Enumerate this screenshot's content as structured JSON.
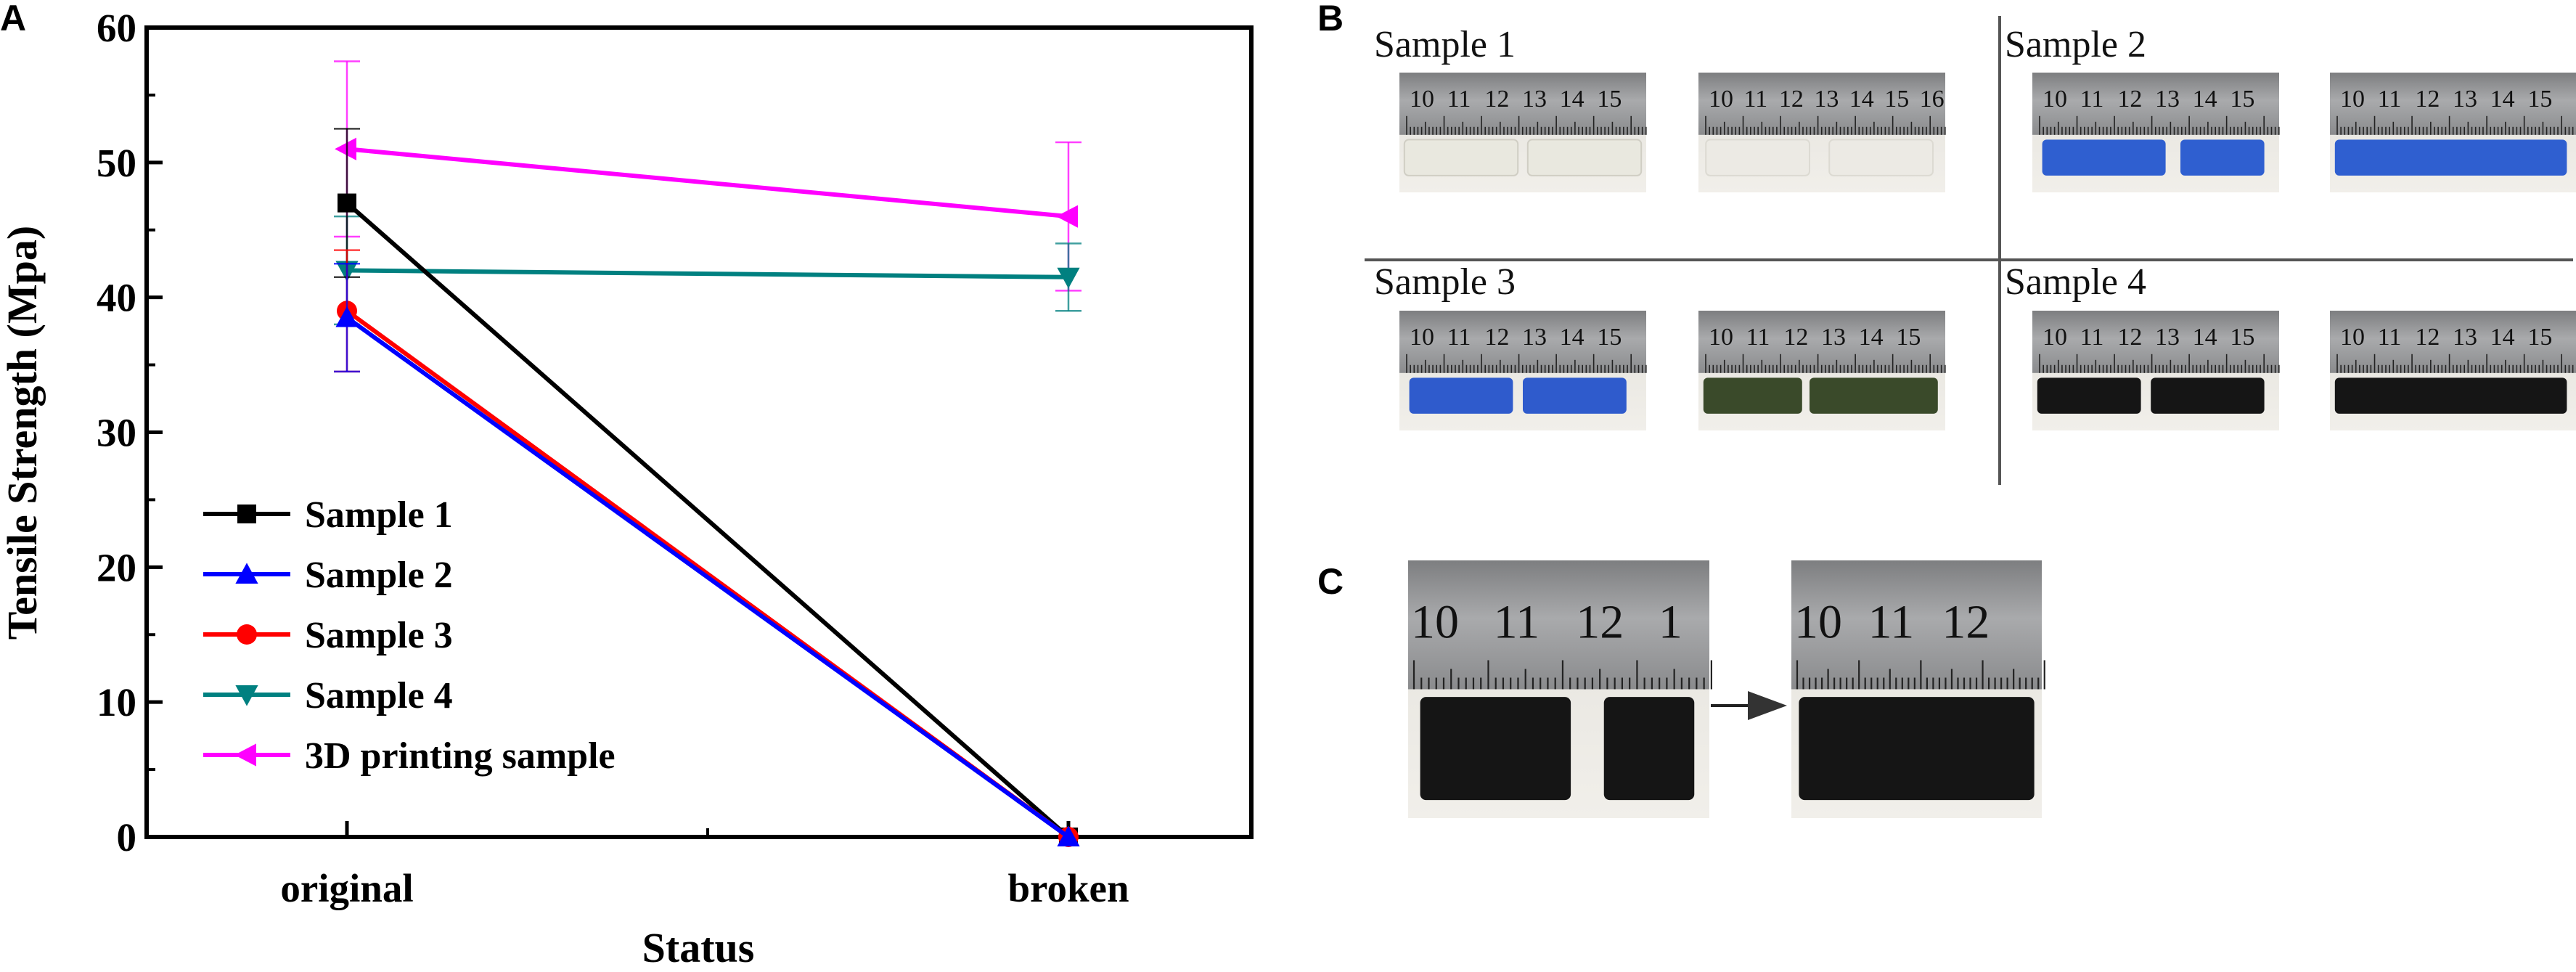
{
  "panels": {
    "a": "A",
    "b": "B",
    "c": "C"
  },
  "chart_data": {
    "type": "line",
    "categories": [
      "original",
      "broken"
    ],
    "xlabel": "Status",
    "ylabel": "Tensile Strength (Mpa)",
    "ylim": [
      0,
      60
    ],
    "yticks": [
      "0",
      "10",
      "20",
      "30",
      "40",
      "50",
      "60"
    ],
    "grid": false,
    "legend": "bottom-left",
    "series": [
      {
        "name": "Sample 1",
        "values": [
          47,
          0
        ],
        "err": [
          5.5,
          0
        ],
        "color": "#000000",
        "marker": "square"
      },
      {
        "name": "Sample 2",
        "values": [
          38.5,
          0
        ],
        "err": [
          4,
          0
        ],
        "color": "#0000ff",
        "marker": "triangle-up"
      },
      {
        "name": "Sample 3",
        "values": [
          39,
          0
        ],
        "err": [
          4.5,
          0
        ],
        "color": "#ff0000",
        "marker": "circle"
      },
      {
        "name": "Sample 4",
        "values": [
          42,
          41.5
        ],
        "err": [
          4,
          2.5
        ],
        "color": "#008080",
        "marker": "triangle-down"
      },
      {
        "name": "3D printing sample",
        "values": [
          51,
          46
        ],
        "err": [
          6.5,
          5.5
        ],
        "color": "#ff00ff",
        "marker": "triangle-left"
      }
    ]
  },
  "photos": {
    "titles": [
      "Sample 1",
      "Sample 2",
      "Sample 3",
      "Sample 4"
    ],
    "ruler_small": [
      "10",
      "11",
      "12",
      "13",
      "14",
      "15"
    ],
    "ruler_small_cut": "16",
    "ruler_large": [
      "10",
      "11",
      "12"
    ],
    "ruler_large_cut": "1",
    "colors": {
      "sample1": "#e9e8df",
      "sample2": "#2f5fd0",
      "sample3_blue": "#2f5bcc",
      "sample3_green": "#3a4a2a",
      "sample4": "#151515"
    }
  }
}
